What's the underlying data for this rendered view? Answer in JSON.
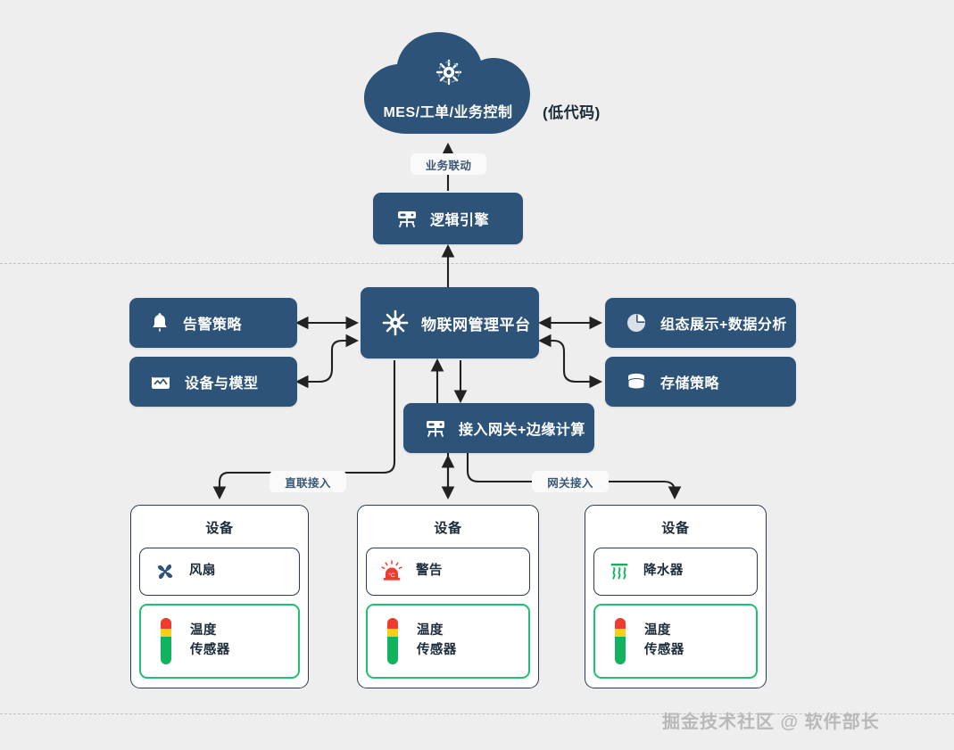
{
  "meta": {
    "title": "物联网平台架构图",
    "background_color": "#eeeeee",
    "primary_color": "#2e5378",
    "accent_green": "#1ec071",
    "accent_red": "#ef3b30",
    "text_dark": "#1c2b3a"
  },
  "cloud": {
    "label": "MES/工单/业务控制",
    "side_note": "(低代码)",
    "icon": "iot-gear-icon"
  },
  "edges": {
    "business_link": "业务联动",
    "direct_access": "直联接入",
    "gateway_access": "网关接入"
  },
  "nodes": {
    "logic_engine": {
      "label": "逻辑引擎",
      "icon": "gateway-icon"
    },
    "iot_platform": {
      "label": "物联网管理平台",
      "icon": "iot-gear-icon"
    },
    "alarm_policy": {
      "label": "告警策略",
      "icon": "bell-icon"
    },
    "device_model": {
      "label": "设备与模型",
      "icon": "device-model-icon"
    },
    "visualization": {
      "label": "组态展示+数据分析",
      "icon": "pie-chart-icon"
    },
    "storage_policy": {
      "label": "存储策略",
      "icon": "database-icon"
    },
    "gateway_edge": {
      "label": "接入网关+边缘计算",
      "icon": "gateway-icon"
    }
  },
  "device_cards": [
    {
      "title": "设备",
      "items": [
        {
          "label": "风扇",
          "icon": "fan-icon",
          "highlight": false
        },
        {
          "label": "温度\n传感器",
          "label_line1": "温度",
          "label_line2": "传感器",
          "icon": "temperature-sensor-icon",
          "highlight": true
        }
      ]
    },
    {
      "title": "设备",
      "items": [
        {
          "label": "警告",
          "icon": "alarm-siren-icon",
          "highlight": false
        },
        {
          "label": "温度\n传感器",
          "label_line1": "温度",
          "label_line2": "传感器",
          "icon": "temperature-sensor-icon",
          "highlight": true
        }
      ]
    },
    {
      "title": "设备",
      "items": [
        {
          "label": "降水器",
          "icon": "sprinkler-icon",
          "highlight": false
        },
        {
          "label": "温度\n传感器",
          "label_line1": "温度",
          "label_line2": "传感器",
          "icon": "temperature-sensor-icon",
          "highlight": true
        }
      ]
    }
  ],
  "watermark": "掘金技术社区 @ 软件部长"
}
